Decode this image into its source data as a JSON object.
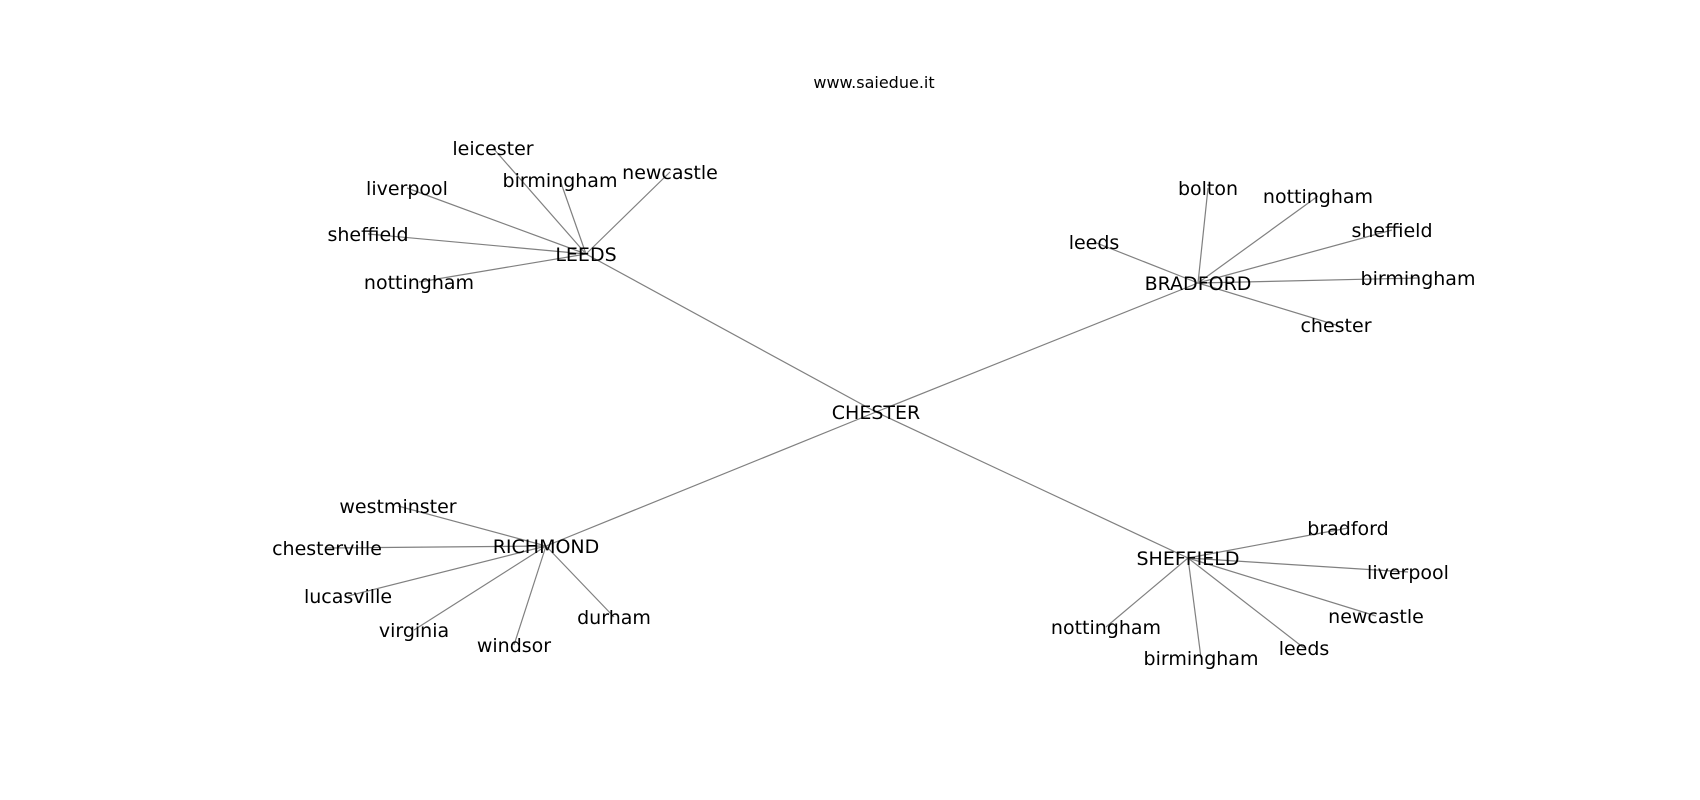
{
  "title": "www.saiedue.it",
  "root": {
    "label": "CHESTER"
  },
  "hubs": [
    {
      "id": "leeds",
      "label": "LEEDS",
      "children": [
        "leicester",
        "birmingham",
        "newcastle",
        "liverpool",
        "sheffield",
        "nottingham"
      ]
    },
    {
      "id": "bradford",
      "label": "BRADFORD",
      "children": [
        "bolton",
        "nottingham",
        "leeds",
        "sheffield",
        "birmingham",
        "chester"
      ]
    },
    {
      "id": "richmond",
      "label": "RICHMOND",
      "children": [
        "westminster",
        "chesterville",
        "lucasville",
        "virginia",
        "windsor",
        "durham"
      ]
    },
    {
      "id": "sheffield",
      "label": "SHEFFIELD",
      "children": [
        "bradford",
        "liverpool",
        "newcastle",
        "leeds",
        "birmingham",
        "nottingham"
      ]
    }
  ],
  "colors": {
    "edge": "#808080",
    "text": "#000000",
    "background": "#ffffff"
  }
}
